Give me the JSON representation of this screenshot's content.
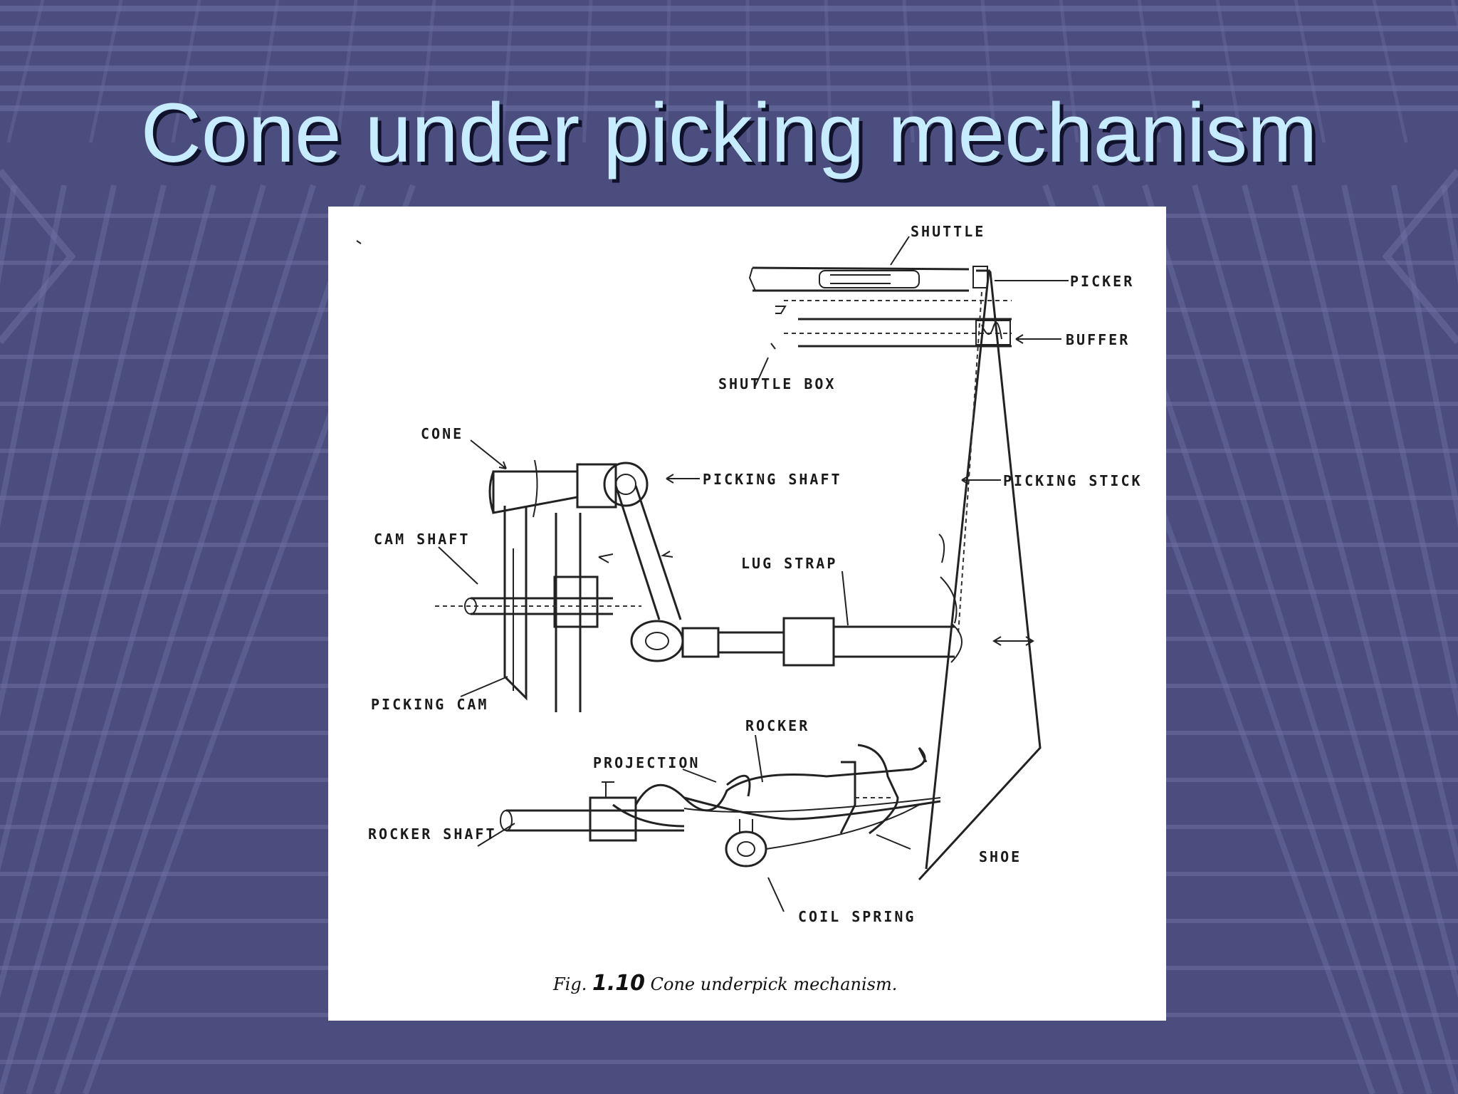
{
  "slide": {
    "title": "Cone under picking mechanism"
  },
  "colors": {
    "background": "#4a4d7d",
    "grid_line": "#6f72a6",
    "title_text": "#c8ecff",
    "title_shadow": "#10122c",
    "figure_bg": "#ffffff"
  },
  "figure": {
    "labels": {
      "shuttle": "SHUTTLE",
      "picker": "PICKER",
      "buffer": "BUFFER",
      "shuttle_box": "SHUTTLE BOX",
      "cone": "CONE",
      "picking_shaft": "PICKING SHAFT",
      "picking_stick": "PICKING STICK",
      "cam_shaft": "CAM SHAFT",
      "lug_strap": "LUG STRAP",
      "picking_cam": "PICKING CAM",
      "rocker": "ROCKER",
      "projection": "PROJECTION",
      "rocker_shaft": "ROCKER SHAFT",
      "shoe": "SHOE",
      "coil_spring": "COIL SPRING"
    },
    "caption": {
      "prefix": "Fig.",
      "number": "1.10",
      "text": "Cone underpick mechanism."
    }
  }
}
